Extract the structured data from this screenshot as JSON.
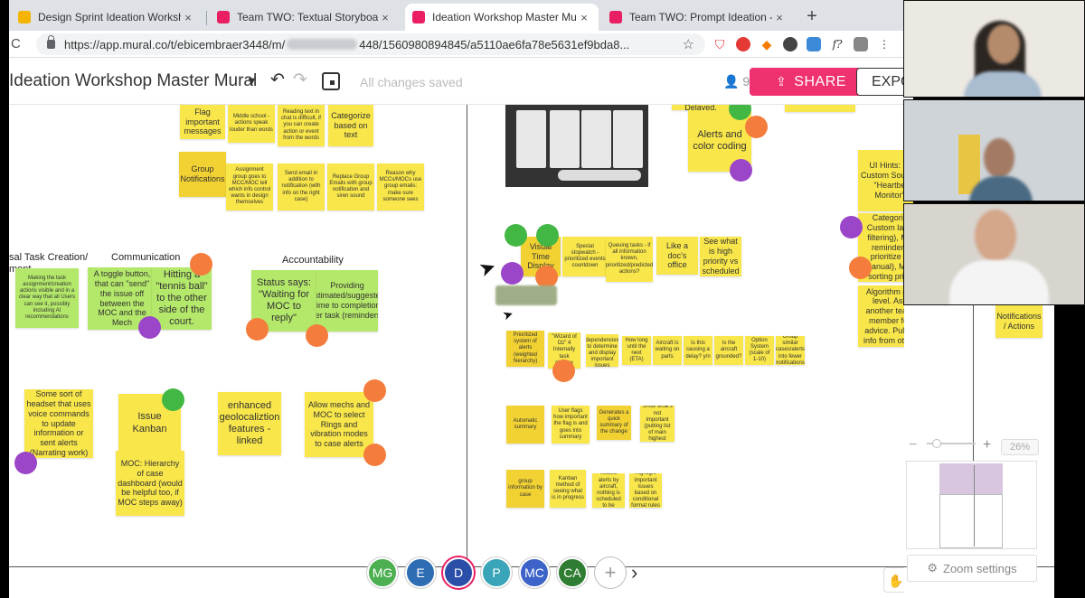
{
  "browser": {
    "tabs": [
      {
        "title": "Design Sprint Ideation Worksh",
        "favicon_color": "#f5b400",
        "active": false
      },
      {
        "title": "Team TWO: Textual Storyboar",
        "favicon_color": "#e91e63",
        "active": false
      },
      {
        "title": "Ideation Workshop Master Mu",
        "favicon_color": "#e91e63",
        "active": true
      },
      {
        "title": "Team TWO: Prompt Ideation -",
        "favicon_color": "#e91e63",
        "active": false
      }
    ],
    "new_tab_label": "+",
    "close_label": "×",
    "url_start": "https://app.mural.co/t/ebicembraer3448/m/",
    "url_end": "448/1560980894845/a5110ae6fa78e5631ef9bda8..."
  },
  "toolbar": {
    "board_title": "Ideation Workshop Master Mural",
    "saved_status": "All changes saved",
    "member_count": "9",
    "share_label": "SHARE",
    "export_label": "EXPO",
    "accent": "#f0316f"
  },
  "canvas": {
    "left": {
      "top_notes": [
        "Flag important messages",
        "Middle school - actions speak louder than words",
        "Reading text in chat is difficult, if you can create action or event from the words",
        "Categorize based on text"
      ],
      "row2_notes": [
        "Group Notifications",
        "Assignment group goes to MCC/MOC tell which info control wants in design themselves",
        "Send email in addition to notification (with info on the right case)",
        "Replace Group Emails with group notification and siren sound",
        "Reason why MCCs/MOCs use group emails: make sure someone sees"
      ],
      "section_labels": [
        "sal Task Creation/",
        "ment",
        "Communication",
        "Accountability"
      ],
      "mid_notes": [
        "Making the task assignment/creation actions visible and in a clear way that all Users can see it, possibly including AI recommendations",
        "A toggle button, that can \"send\" the issue off between the MOC and the Mech",
        "Hitting a \"tennis ball\" to the other side of the court.",
        "Status says: \"Waiting for MOC to reply\"",
        "Providing estimated/suggested time to completion per task (reminders)"
      ],
      "bottom_notes": [
        "Some sort of headset that uses voice commands to update information or sent alerts (Narrating work)",
        "Issue Kanban",
        "MOC: Hierarchy of case dashboard (would be helpful too, if MOC steps away)",
        "enhanced geolocaliztion features - linked",
        "Allow mechs and MOC to select Rings and vibration modes to case alerts"
      ]
    },
    "right": {
      "top_notes": [
        "Delayed.",
        "Alerts and color coding"
      ],
      "row_visual": [
        "Visual Time Display",
        "Special stopwatch - prioritized events countdown",
        "Queuing tasks - if all information known, prioritized/predicted actions?",
        "Like a doc's office",
        "See what is high priority vs scheduled"
      ],
      "row_prioritized": [
        "Prioritized system of alerts (weighted hierarchy)",
        "\"Wizard of Oz\" 4 Internally task change",
        "Track issue dependencies to determine and display important issues",
        "How long until the next (ETA)",
        "Aircraft is waiting on parts",
        "Is this causing a delay? y/n",
        "Is the aircraft grounded?",
        "Option System (scale of 1-10)",
        "Group similar cases/alerts into fewer notifications"
      ],
      "row_summary": [
        "Automatic summary",
        "User flags how important the flag is and goes into summary",
        "Generates a quick summary of the change",
        "Show what's not important (putting list of main highest"
      ],
      "row_group": [
        "group information by case",
        "Kanban method of seeing what is in progress",
        "Group related alerts by aircraft, nothing is scheduled to be immediately",
        "Highlight important issues based on conditional format rules"
      ],
      "far_notes": [
        "UI Hints: Sl Custom Sounds \"Heartbe Monitor\"",
        "Categoriz Custom lagg filtering), Mo reminders prioritize (r Manual), Man sorting prior",
        "Recommend Algorithm diff level. Ask another team member for advice. Pull in info from other systems",
        "Notifications / Actions"
      ]
    },
    "blurred_chip": "blurred"
  },
  "zoom": {
    "minus": "−",
    "plus": "+",
    "level": "26%",
    "settings_label": "Zoom settings"
  },
  "participants": [
    {
      "initials": "MG",
      "color": "#4caf50"
    },
    {
      "initials": "E",
      "color": "#2e6db4"
    },
    {
      "initials": "D",
      "color": "#2b4fa8"
    },
    {
      "initials": "P",
      "color": "#3aa5b8"
    },
    {
      "initials": "MC",
      "color": "#3d63c9"
    },
    {
      "initials": "CA",
      "color": "#2e7d32"
    }
  ],
  "participants_add": "+",
  "participants_more": "›"
}
